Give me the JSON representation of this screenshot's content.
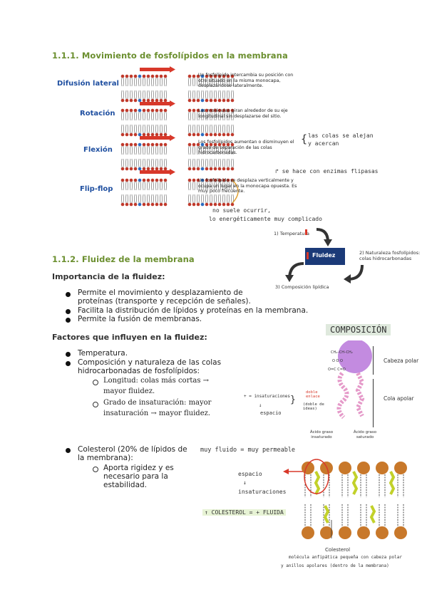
{
  "section1": {
    "heading": "1.1.1. Movimiento de fosfolípidos en la membrana"
  },
  "movement_figure": {
    "rows": [
      {
        "label": "Difusión lateral",
        "text": "Un fosfolípido intercambia su posición con otro situado en la misma monocapa, desplazándose lateralmente."
      },
      {
        "label": "Rotación",
        "text": "Las moléculas giran alrededor de su eje longitudinal sin desplazarse del sitio."
      },
      {
        "label": "Flexión",
        "text": "Los fosfolípidos aumentan o disminuyen el grado de separación de las colas hidrocarbonadas."
      },
      {
        "label": "Flip-flop",
        "text": "Un fosfolípido se desplaza verticalmente y ocupa un lugar en la monocapa opuesta. Es muy poco frecuente."
      }
    ]
  },
  "handwritten": {
    "flexion_note": "las colas se alejan y acercan",
    "flipflop_note": "se hace con enzimas flipasas",
    "flipflop_note2a": "no suele ocurrir,",
    "flipflop_note2b": "lo energéticamente muy complicado",
    "composicion_title": "COMPOSICIÓN",
    "tails_note1": "+ = insaturaciones",
    "tails_note2": "espacio",
    "red_note1": "doble enlace",
    "red_note2": "(doble de ideas)",
    "fluidity_eq": "muy fluido = muy permeable",
    "espacio2": "espacio",
    "insaturaciones2": "insaturaciones",
    "colesterol_eq": "↑ COLESTEROL = + FLUIDA",
    "colesterol_desc1": "molécula anfipática pequeña con cabeza polar",
    "colesterol_desc2": "y anillos apolares (dentro de la membrana)"
  },
  "fluidity_cycle": {
    "center": "Fluidez",
    "item1": "1) Temperatura",
    "item2": "2) Naturaleza fosfolípidos: colas hidrocarbonadas",
    "item3": "3) Composición lipídica"
  },
  "section2": {
    "heading": "1.1.2. Fluidez de la membrana"
  },
  "importance": {
    "heading": "Importancia de la fluidez:",
    "bullets": [
      "Permite el movimiento y desplazamiento de proteínas (transporte y recepción de señales).",
      "Facilita la distribución de lípidos y proteínas en la membrana.",
      "Permite la fusión de membranas."
    ]
  },
  "factors": {
    "heading": "Factores que influyen en la fluidez:",
    "b1": "Temperatura.",
    "b2": "Composición y naturaleza de las colas hidrocarbonadas de fosfolípidos:",
    "sub1": "Longitud: colas más cortas → mayor fluidez.",
    "sub2": "Grado de insaturación: mayor insaturación → mayor fluidez.",
    "b3": "Colesterol (20% de lípidos de la membrana):",
    "sub3": "Aporta rigidez y es necesario para la estabilidad."
  },
  "phospholipid_figure": {
    "polar_head": "Cabeza polar",
    "apolar_tail": "Cola apolar",
    "unsat_acid": "Ácido graso insaturado",
    "sat_acid": "Ácido graso saturado"
  },
  "cholesterol_figure": {
    "label": "Colesterol"
  },
  "colors": {
    "heading_green": "#6b8f2f",
    "arrow_red": "#d8382a",
    "fluidez_box": "#1b3a78",
    "head_purple": "#c38be0",
    "bead_orange": "#c8782a"
  }
}
